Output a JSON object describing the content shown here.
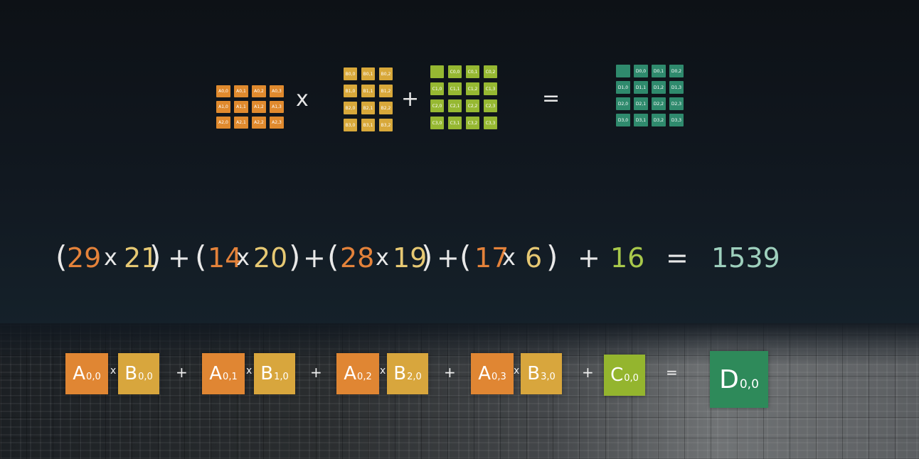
{
  "matrices": {
    "A": {
      "rows": [
        [
          "A0,0",
          "A0,1",
          "A0,2",
          "A0,3"
        ],
        [
          "A1,0",
          "A1,1",
          "A1,2",
          "A1,3"
        ],
        [
          "A2,0",
          "A2,1",
          "A2,2",
          "A2,3"
        ]
      ]
    },
    "B": {
      "rows": [
        [
          "B0,0",
          "B0,1",
          "B0,2"
        ],
        [
          "B1,0",
          "B1,1",
          "B1,2"
        ],
        [
          "B2,0",
          "B2,1",
          "B2,2"
        ],
        [
          "B3,0",
          "B3,1",
          "B3,2"
        ]
      ]
    },
    "C": {
      "rows": [
        [
          "",
          "C0,0",
          "C0,1",
          "C0,2"
        ],
        [
          "C1,0",
          "C1,1",
          "C1,2",
          "C1,3"
        ],
        [
          "C2,0",
          "C2,1",
          "C2,2",
          "C2,3"
        ],
        [
          "C3,0",
          "C3,1",
          "C3,2",
          "C3,3"
        ]
      ]
    },
    "D": {
      "rows": [
        [
          "",
          "D0,0",
          "D0,1",
          "D0,2"
        ],
        [
          "D1,0",
          "D1,1",
          "D1,2",
          "D1,3"
        ],
        [
          "D2,0",
          "D2,1",
          "D2,2",
          "D2,3"
        ],
        [
          "D3,0",
          "D3,1",
          "D3,2",
          "D3,3"
        ]
      ]
    }
  },
  "operators": {
    "times": "x",
    "plus": "+",
    "equals": "="
  },
  "equation": {
    "open": "(",
    "close": ")",
    "a0": "29",
    "b0": "21",
    "a1": "14",
    "b1": "20",
    "a2": "28",
    "b2": "19",
    "a3": "17",
    "b3": "6",
    "c": "16",
    "result": "1539"
  },
  "blocks": {
    "a0": {
      "letter": "A",
      "sub": "0,0"
    },
    "b0": {
      "letter": "B",
      "sub": "0,0"
    },
    "a1": {
      "letter": "A",
      "sub": "0,1"
    },
    "b1": {
      "letter": "B",
      "sub": "1,0"
    },
    "a2": {
      "letter": "A",
      "sub": "0,2"
    },
    "b2": {
      "letter": "B",
      "sub": "2,0"
    },
    "a3": {
      "letter": "A",
      "sub": "0,3"
    },
    "b3": {
      "letter": "B",
      "sub": "3,0"
    },
    "c": {
      "letter": "C",
      "sub": "0,0"
    },
    "d": {
      "letter": "D",
      "sub": "0,0"
    }
  },
  "colors": {
    "a": "#e08633",
    "b": "#d8a63d",
    "c": "#94b52e",
    "d": "#2e8a5a",
    "result": "#9ed0bd"
  }
}
